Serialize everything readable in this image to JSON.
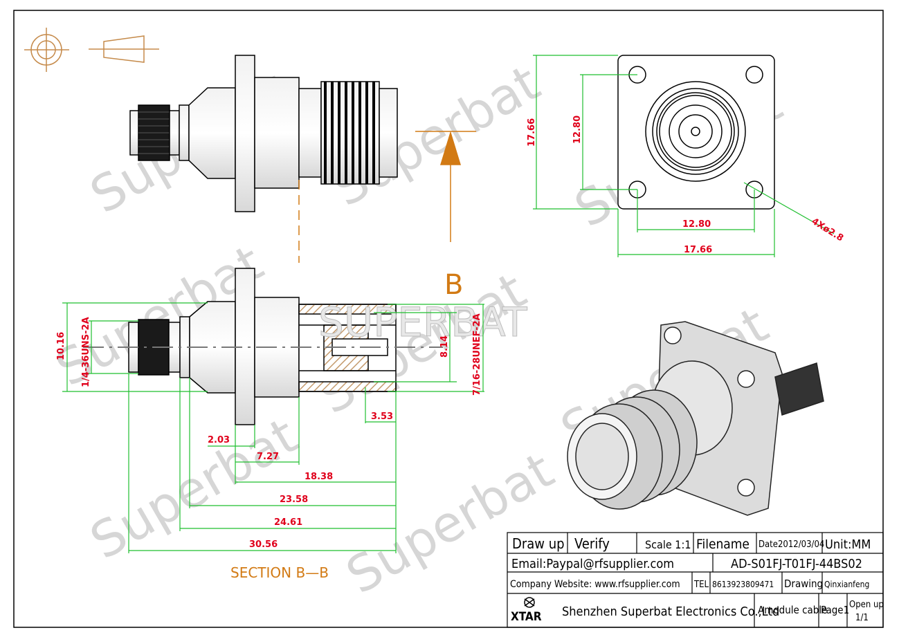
{
  "drawing": {
    "section_letter": "B",
    "section_caption": "SECTION B—B",
    "overlay_logo": "SUPERBAT",
    "watermark": "Superbat"
  },
  "dimensions": {
    "side_thread_left": "1/4-36UNS-2A",
    "side_thread_right": "7/16-28UNEF-2A",
    "d_10_16": "10.16",
    "d_8_14": "8.14",
    "d_3_53": "3.53",
    "d_2_03": "2.03",
    "d_7_27": "7.27",
    "d_18_38": "18.38",
    "d_23_58": "23.58",
    "d_24_61": "24.61",
    "d_30_56": "30.56",
    "flange_height": "17.66",
    "flange_hole_v": "12.80",
    "flange_hole_h": "12.80",
    "flange_width": "17.66",
    "holes": "4Xø2.8"
  },
  "title_block": {
    "draw_up": "Draw up",
    "verify": "Verify",
    "scale": "Scale 1:1",
    "filename_label": "Filename",
    "date": "Date2012/03/04",
    "unit": "Unit:MM",
    "email": "Email:Paypal@rfsupplier.com",
    "part_no": "AD-S01FJ-T01FJ-44BS02",
    "website": "Company Website:  www.rfsupplier.com",
    "tel_label": "TEL",
    "tel": "8613923809471",
    "drawing_label": "Drawing",
    "drawer": "Qinxianfeng",
    "logo": "XTAR",
    "company": "Shenzhen Superbat Electronics Co.,Ltd",
    "product": "Amodule cable",
    "page": "Page1",
    "open_up": "Open up",
    "sheet": "1/1"
  },
  "colors": {
    "dimension_red": "#e0001b",
    "extension_green": "#1fbf2f",
    "section_orange": "#d27a14",
    "watermark_gray": "#d6d6d6"
  }
}
